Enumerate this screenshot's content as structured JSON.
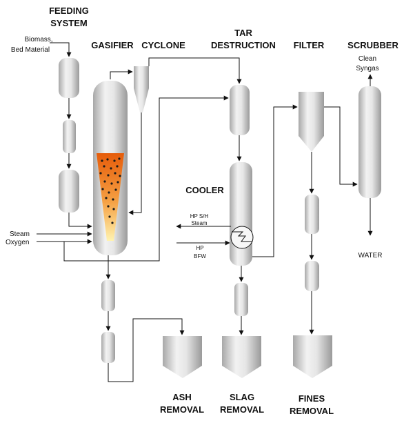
{
  "headers": {
    "feeding_line1": "FEEDING",
    "feeding_line2": "SYSTEM",
    "gasifier": "GASIFIER",
    "cyclone": "CYCLONE",
    "tar_line1": "TAR",
    "tar_line2": "DESTRUCTION",
    "filter": "FILTER",
    "scrubber": "SCRUBBER",
    "cooler": "COOLER",
    "ash_line1": "ASH",
    "ash_line2": "REMOVAL",
    "slag_line1": "SLAG",
    "slag_line2": "REMOVAL",
    "fines_line1": "FINES",
    "fines_line2": "REMOVAL"
  },
  "labels": {
    "biomass_line1": "Biomass,",
    "biomass_line2": "Bed Material",
    "clean_line1": "Clean",
    "clean_line2": "Syngas",
    "steam": "Steam",
    "oxygen": "Oxygen",
    "hp_steam_line1": "HP S/H",
    "hp_steam_line2": "Steam",
    "hp_bfw_line1": "HP",
    "hp_bfw_line2": "BFW",
    "water": "WATER"
  },
  "colors": {
    "vessel_light": "#f2f2f2",
    "vessel_dark": "#a8a8a8",
    "flame_top": "#e65c0a",
    "flame_bottom": "#fff3b0",
    "line": "#111111"
  }
}
